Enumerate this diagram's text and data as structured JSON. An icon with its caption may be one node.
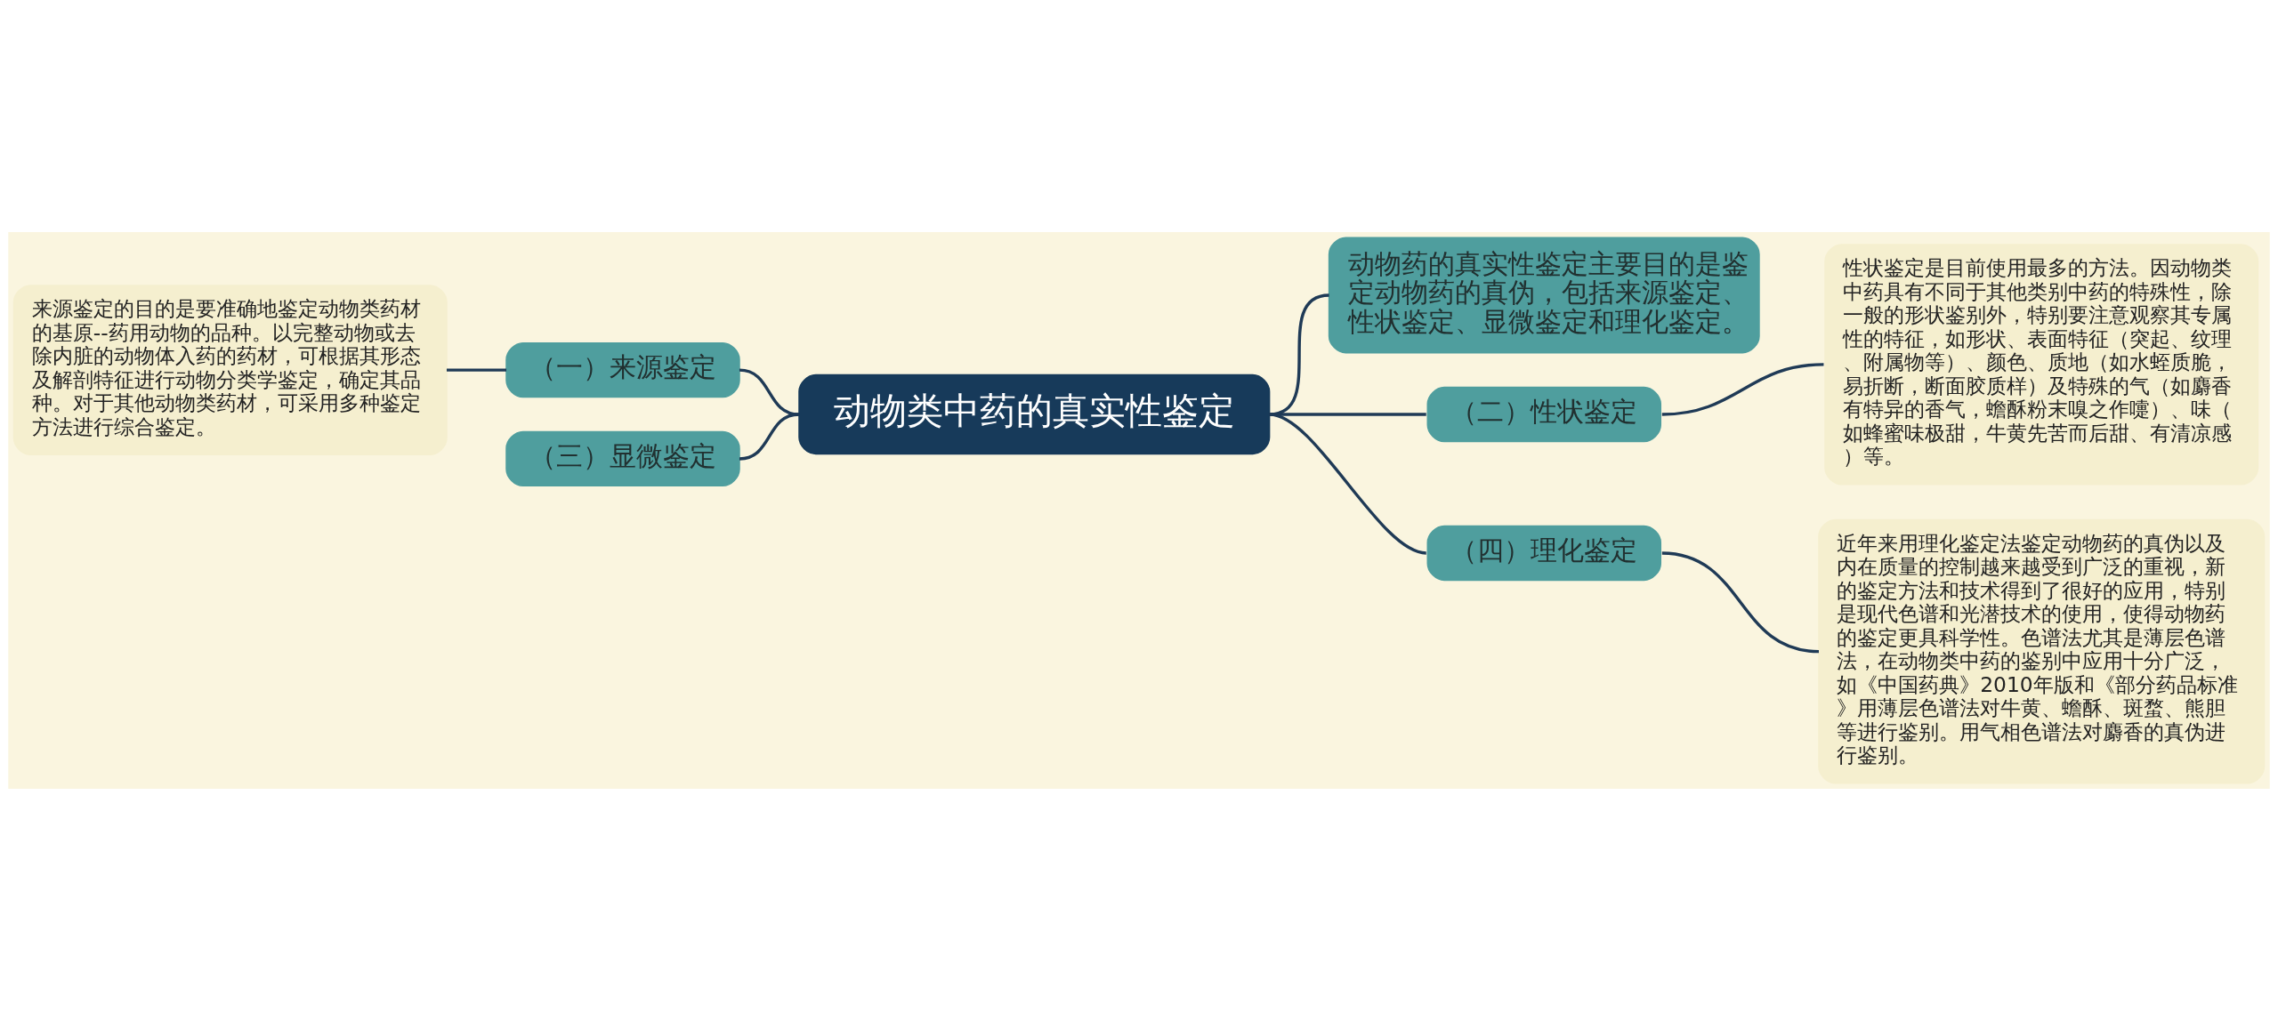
{
  "diagram": {
    "nodes": [
      {
        "text": [
          "动物类中药的真实性鉴定"
        ]
      },
      {
        "text": [
          "动物药的真实性鉴定主要目的是鉴定动物药的真伪，包括来源鉴定、性状鉴定、显微鉴定和理化鉴定。"
        ]
      },
      {
        "text": [
          "（一）来源鉴定"
        ]
      },
      {
        "text": [
          "来源鉴定的目的是要准确地鉴定动物类药材的基原--药用动物的品种。以完整动物或去除内脏的动物体入药的药材，可根据其形态及解剖特征进行动物分类学鉴定，确定其品种。对于其他动物类药材，可采用多种鉴定方法进行综合鉴定。"
        ]
      },
      {
        "text": [
          "（二）性状鉴定"
        ]
      },
      {
        "text": [
          "性状鉴定是目前使用最多的方法。因动物类中药具有不同于其他类别中药的特殊性，除一般的形状鉴别外，特别要注意观察其专属性的特征，如形状、表面特征（突起、纹理、附属物等）、颜色、质地（如水蛭质脆，易折断，断面胶质样）及特殊的气（如麝香有特异的香气，蟾酥粉末嗅之作嚏）、味（如蜂蜜味极甜，牛黄先苦而后甜、有清凉感）等。"
        ]
      },
      {
        "text": [
          "（三）显微鉴定"
        ]
      },
      {
        "text": [
          "（四）理化鉴定"
        ]
      },
      {
        "text": [
          "近年来用理化鉴定法鉴定动物药的真伪以及内在质量的控制越来越受到广泛的重视，新的鉴定方法和技术得到了很好的应用，特别是现代色谱和光潜技术的使用，使得动物药的鉴定更具科学性。色谱法尤其是薄层色谱法，在动物类中药的鉴别中应用十分广泛，如《中国药典》2010年版和《部分药品标准》用薄层色谱法对牛黄、蟾酥、斑蝥、熊胆等进行鉴别。用气相色谱法对麝香的真伪进行鉴别。"
        ]
      }
    ],
    "edges": [
      {
        "from": 0,
        "to": 1,
        "arrow": "none"
      },
      {
        "from": 2,
        "to": 0,
        "arrow": "none"
      },
      {
        "from": 3,
        "to": 2,
        "arrow": "none"
      },
      {
        "from": 0,
        "to": 4,
        "arrow": "none"
      },
      {
        "from": 4,
        "to": 5,
        "arrow": "none"
      },
      {
        "from": 6,
        "to": 0,
        "arrow": "none"
      },
      {
        "from": 0,
        "to": 7,
        "arrow": "none"
      },
      {
        "from": 7,
        "to": 8,
        "arrow": "none"
      }
    ]
  }
}
